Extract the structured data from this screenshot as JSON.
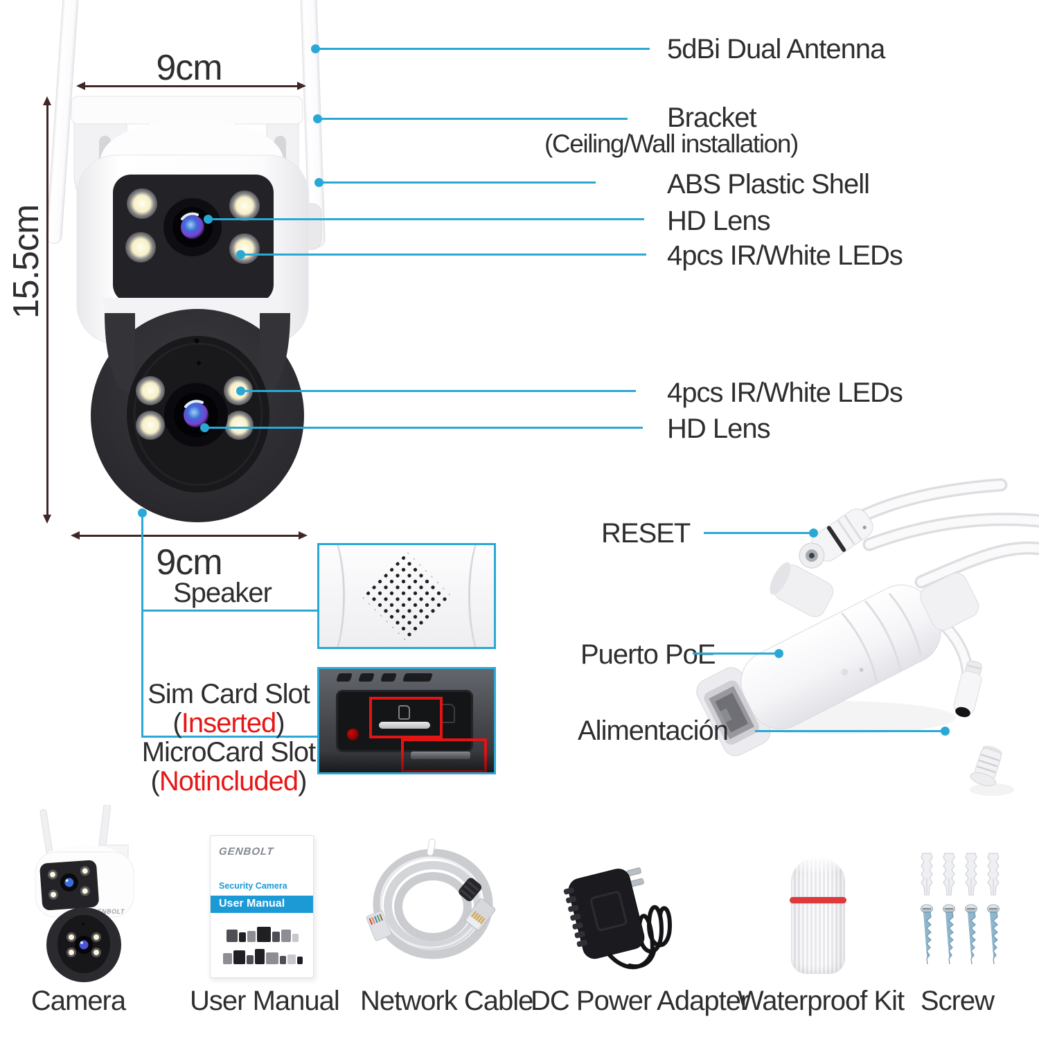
{
  "colors": {
    "callout_accent": "#2aa8d5",
    "dimension_arrow": "#402626",
    "alert_red": "#e81717",
    "brand_blue": "#1c9ad6",
    "text": "#2e2e30"
  },
  "dims": {
    "width_top": "9cm",
    "height_left": "15.5cm",
    "width_bottom": "9cm"
  },
  "labels": {
    "antenna": "5dBi Dual Antenna",
    "bracket": "Bracket",
    "bracket_sub": "(Ceiling/Wall installation)",
    "shell": "ABS Plastic Shell",
    "hd_lens_top": "HD Lens",
    "leds_top": "4pcs IR/White LEDs",
    "leds_bottom": "4pcs IR/White LEDs",
    "hd_lens_bottom": "HD Lens",
    "speaker": "Speaker",
    "sim_title": "Sim Card Slot",
    "sim_pre": "(",
    "sim_red": "Inserted",
    "sim_post": ")",
    "micro_title": "MicroCard Slot",
    "micro_pre": "(",
    "micro_red": "Notincluded",
    "micro_post": ")",
    "reset": "RESET",
    "poe": "Puerto PoE",
    "power": "Alimentación"
  },
  "manual": {
    "brand": "GENBOLT",
    "subtitle": "Security Camera",
    "title": "User Manual"
  },
  "accessories": [
    {
      "label": "Camera"
    },
    {
      "label": "User Manual"
    },
    {
      "label": "Network Cable"
    },
    {
      "label": "DC Power Adapter"
    },
    {
      "label": "Waterproof Kit"
    },
    {
      "label": "Screw"
    }
  ]
}
